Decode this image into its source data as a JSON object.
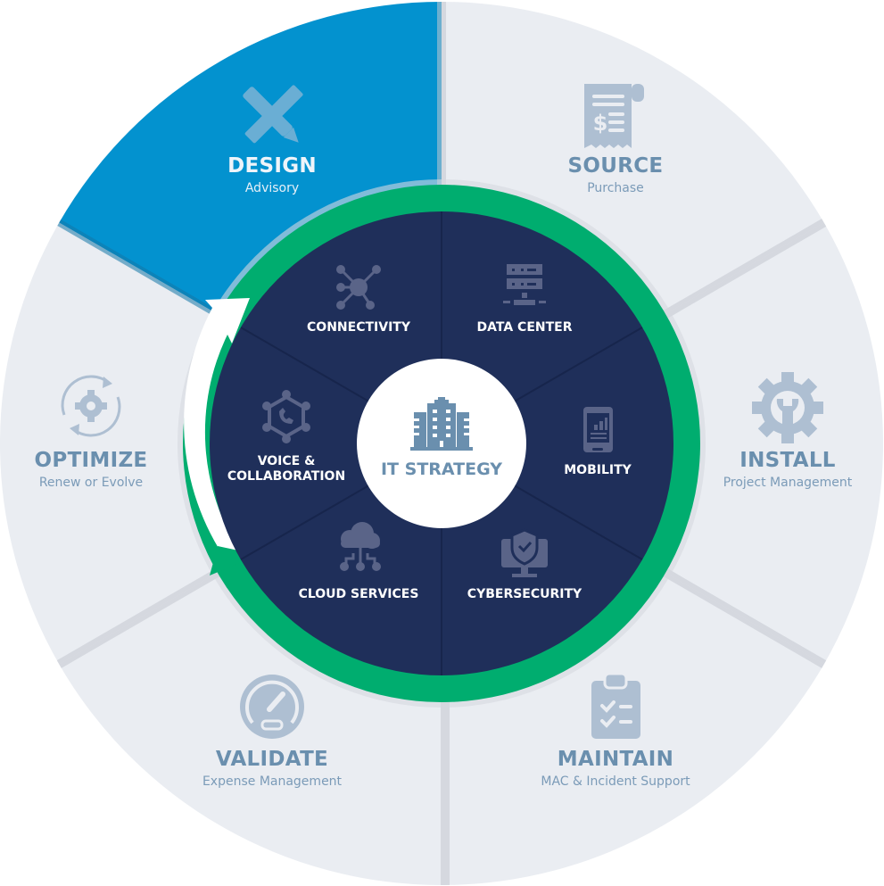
{
  "diagram": {
    "type": "cycle-wheel",
    "center": {
      "label": "IT STRATEGY",
      "icon": "office-building-icon"
    },
    "outer_ring": [
      {
        "id": "design",
        "title": "DESIGN",
        "subtitle": "Advisory",
        "icon": "pencil-ruler-icon",
        "highlighted": true
      },
      {
        "id": "source",
        "title": "SOURCE",
        "subtitle": "Purchase",
        "icon": "receipt-dollar-icon",
        "highlighted": false
      },
      {
        "id": "install",
        "title": "INSTALL",
        "subtitle": "Project Management",
        "icon": "gear-wrench-icon",
        "highlighted": false
      },
      {
        "id": "maintain",
        "title": "MAINTAIN",
        "subtitle": "MAC & Incident Support",
        "icon": "clipboard-checklist-icon",
        "highlighted": false
      },
      {
        "id": "validate",
        "title": "VALIDATE",
        "subtitle": "Expense Management",
        "icon": "speedometer-icon",
        "highlighted": false
      },
      {
        "id": "optimize",
        "title": "OPTIMIZE",
        "subtitle": "Renew or Evolve",
        "icon": "gear-cycle-icon",
        "highlighted": false
      }
    ],
    "inner_ring": [
      {
        "id": "connectivity",
        "title": "CONNECTIVITY",
        "icon": "network-nodes-icon"
      },
      {
        "id": "data_center",
        "title": "DATA CENTER",
        "icon": "server-rack-icon"
      },
      {
        "id": "mobility",
        "title": "MOBILITY",
        "icon": "mobile-chart-icon"
      },
      {
        "id": "cybersecurity",
        "title": "CYBERSECURITY",
        "icon": "monitor-shield-icon"
      },
      {
        "id": "cloud_services",
        "title": "CLOUD SERVICES",
        "icon": "cloud-network-icon"
      },
      {
        "id": "voice_collab",
        "title_line1": "VOICE &",
        "title_line2": "COLLABORATION",
        "icon": "phone-network-icon"
      }
    ],
    "colors": {
      "highlight_blue": "#0392cf",
      "outer_gray": "#eaedf2",
      "ring_green": "#00ad6f",
      "inner_navy": "#1f2f5a",
      "icon_gray_blue": "#aebfd2",
      "text_blue_gray": "#6a8fae",
      "inner_icon": "#5a6488"
    },
    "flow": "clockwise cycle with green arrow ring; white arrow segment leading into DESIGN"
  }
}
